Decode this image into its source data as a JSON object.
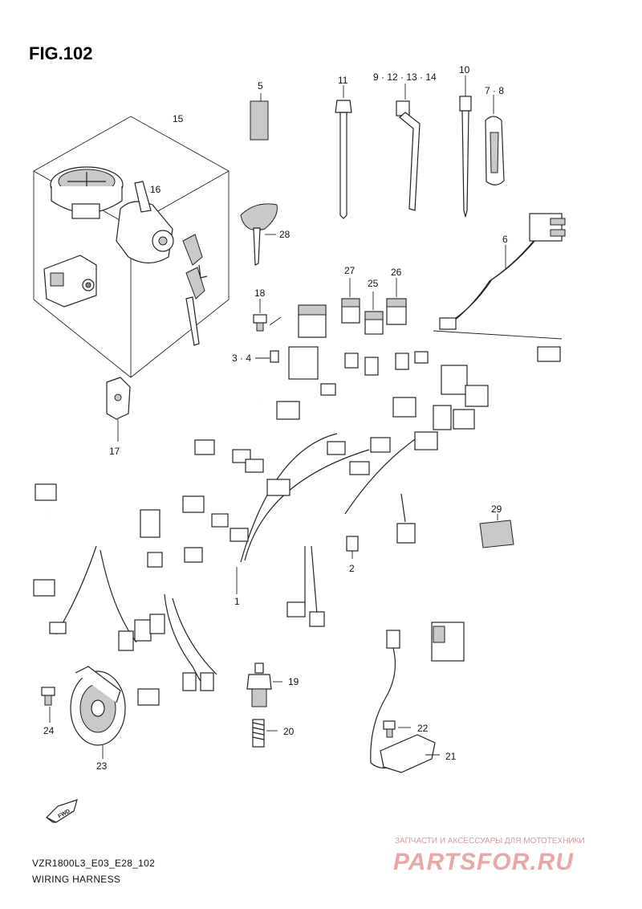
{
  "header": {
    "fig_label": "FIG.102"
  },
  "footer": {
    "model_code": "VZR1800L3_E03_E28_102",
    "diagram_title": "WIRING HARNESS"
  },
  "watermark": {
    "tagline": "ЗАПЧАСТИ И АКСЕССУАРЫ ДЛЯ МОТОТЕХНИКИ",
    "brand": "PARTSFOR.RU",
    "color": "#e8a8a8"
  },
  "direction_marker": {
    "text": "FWD",
    "icon": "fwd-arrow-icon"
  },
  "callouts": {
    "c1": "1",
    "c2": "2",
    "c3_4": "3 · 4",
    "c5": "5",
    "c6": "6",
    "c7_8": "7 · 8",
    "c9_14": "9 · 12 · 13 · 14",
    "c10": "10",
    "c11": "11",
    "c15": "15",
    "c16": "16",
    "c17": "17",
    "c18": "18",
    "c19": "19",
    "c20": "20",
    "c21": "21",
    "c22": "22",
    "c23": "23",
    "c24": "24",
    "c25": "25",
    "c26": "26",
    "c27": "27",
    "c28": "28",
    "c29": "29"
  }
}
